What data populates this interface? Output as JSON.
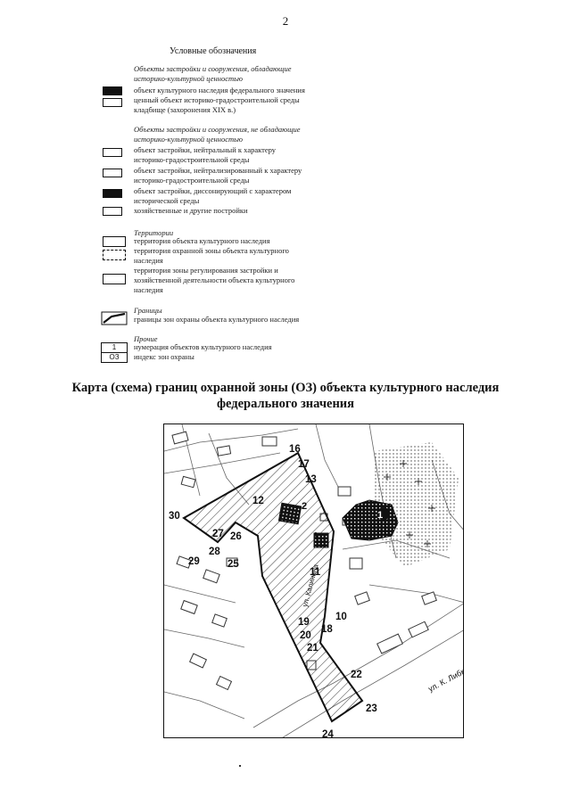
{
  "page_number": "2",
  "legend": {
    "title": "Условные обозначения",
    "group_objects_heritage": {
      "heading": [
        "Объекты застройки и сооружения, обладающие",
        "историко-культурной ценностью"
      ],
      "items": [
        {
          "text": [
            "объект культурного наследия федерального значения"
          ]
        },
        {
          "text": [
            "ценный объект историко-градостроительной среды",
            "кладбище (захоронения XIX в.)"
          ]
        }
      ]
    },
    "group_objects_no_heritage": {
      "heading": [
        "Объекты застройки и сооружения, не обладающие",
        "историко-культурной ценностью"
      ],
      "items": [
        {
          "text": [
            "объект застройки, нейтральный к характеру",
            "историко-градостроительной среды"
          ]
        },
        {
          "text": [
            "объект застройки, нейтрализированный к характеру",
            "историко-градостроительной среды"
          ]
        },
        {
          "text": [
            "объект застройки, диссонирующий с характером",
            "исторической среды"
          ]
        },
        {
          "text": [
            "хозяйственные и другие постройки"
          ]
        }
      ]
    },
    "group_territories": {
      "heading": "Территории",
      "items": [
        {
          "text": [
            "территория объекта культурного наследия"
          ]
        },
        {
          "text": [
            "территория охранной зоны объекта культурного",
            "наследия"
          ]
        },
        {
          "text": [
            "территория зоны регулирования застройки и",
            "хозяйственной деятельности объекта культурного",
            "наследия"
          ]
        }
      ]
    },
    "group_borders": {
      "heading": "Границы",
      "items": [
        {
          "text": [
            "границы зон охраны объекта культурного наследия"
          ]
        }
      ]
    },
    "group_other": {
      "heading": "Прочие",
      "box_top": "1",
      "box_bottom": "ОЗ",
      "items": [
        {
          "text": [
            "нумерация объектов культурного наследия",
            "индекс зон охраны"
          ]
        }
      ]
    }
  },
  "map_title": {
    "line1": "Карта (схема) границ охранной зоны (ОЗ) объекта культурного наследия",
    "line2": "федерального значения"
  },
  "map": {
    "street_labels": [
      "ул. Калинина",
      "ул. К. Либкнехта"
    ],
    "object_labels": [
      "1",
      "2",
      "1"
    ],
    "vertex_labels": [
      "10",
      "11",
      "12",
      "13",
      "16",
      "17",
      "18",
      "19",
      "20",
      "21",
      "22",
      "23",
      "24",
      "25",
      "26",
      "27",
      "28",
      "29",
      "30"
    ],
    "colors": {
      "line": "#111111",
      "hatch": "#222222",
      "stipple": "#444444"
    }
  }
}
